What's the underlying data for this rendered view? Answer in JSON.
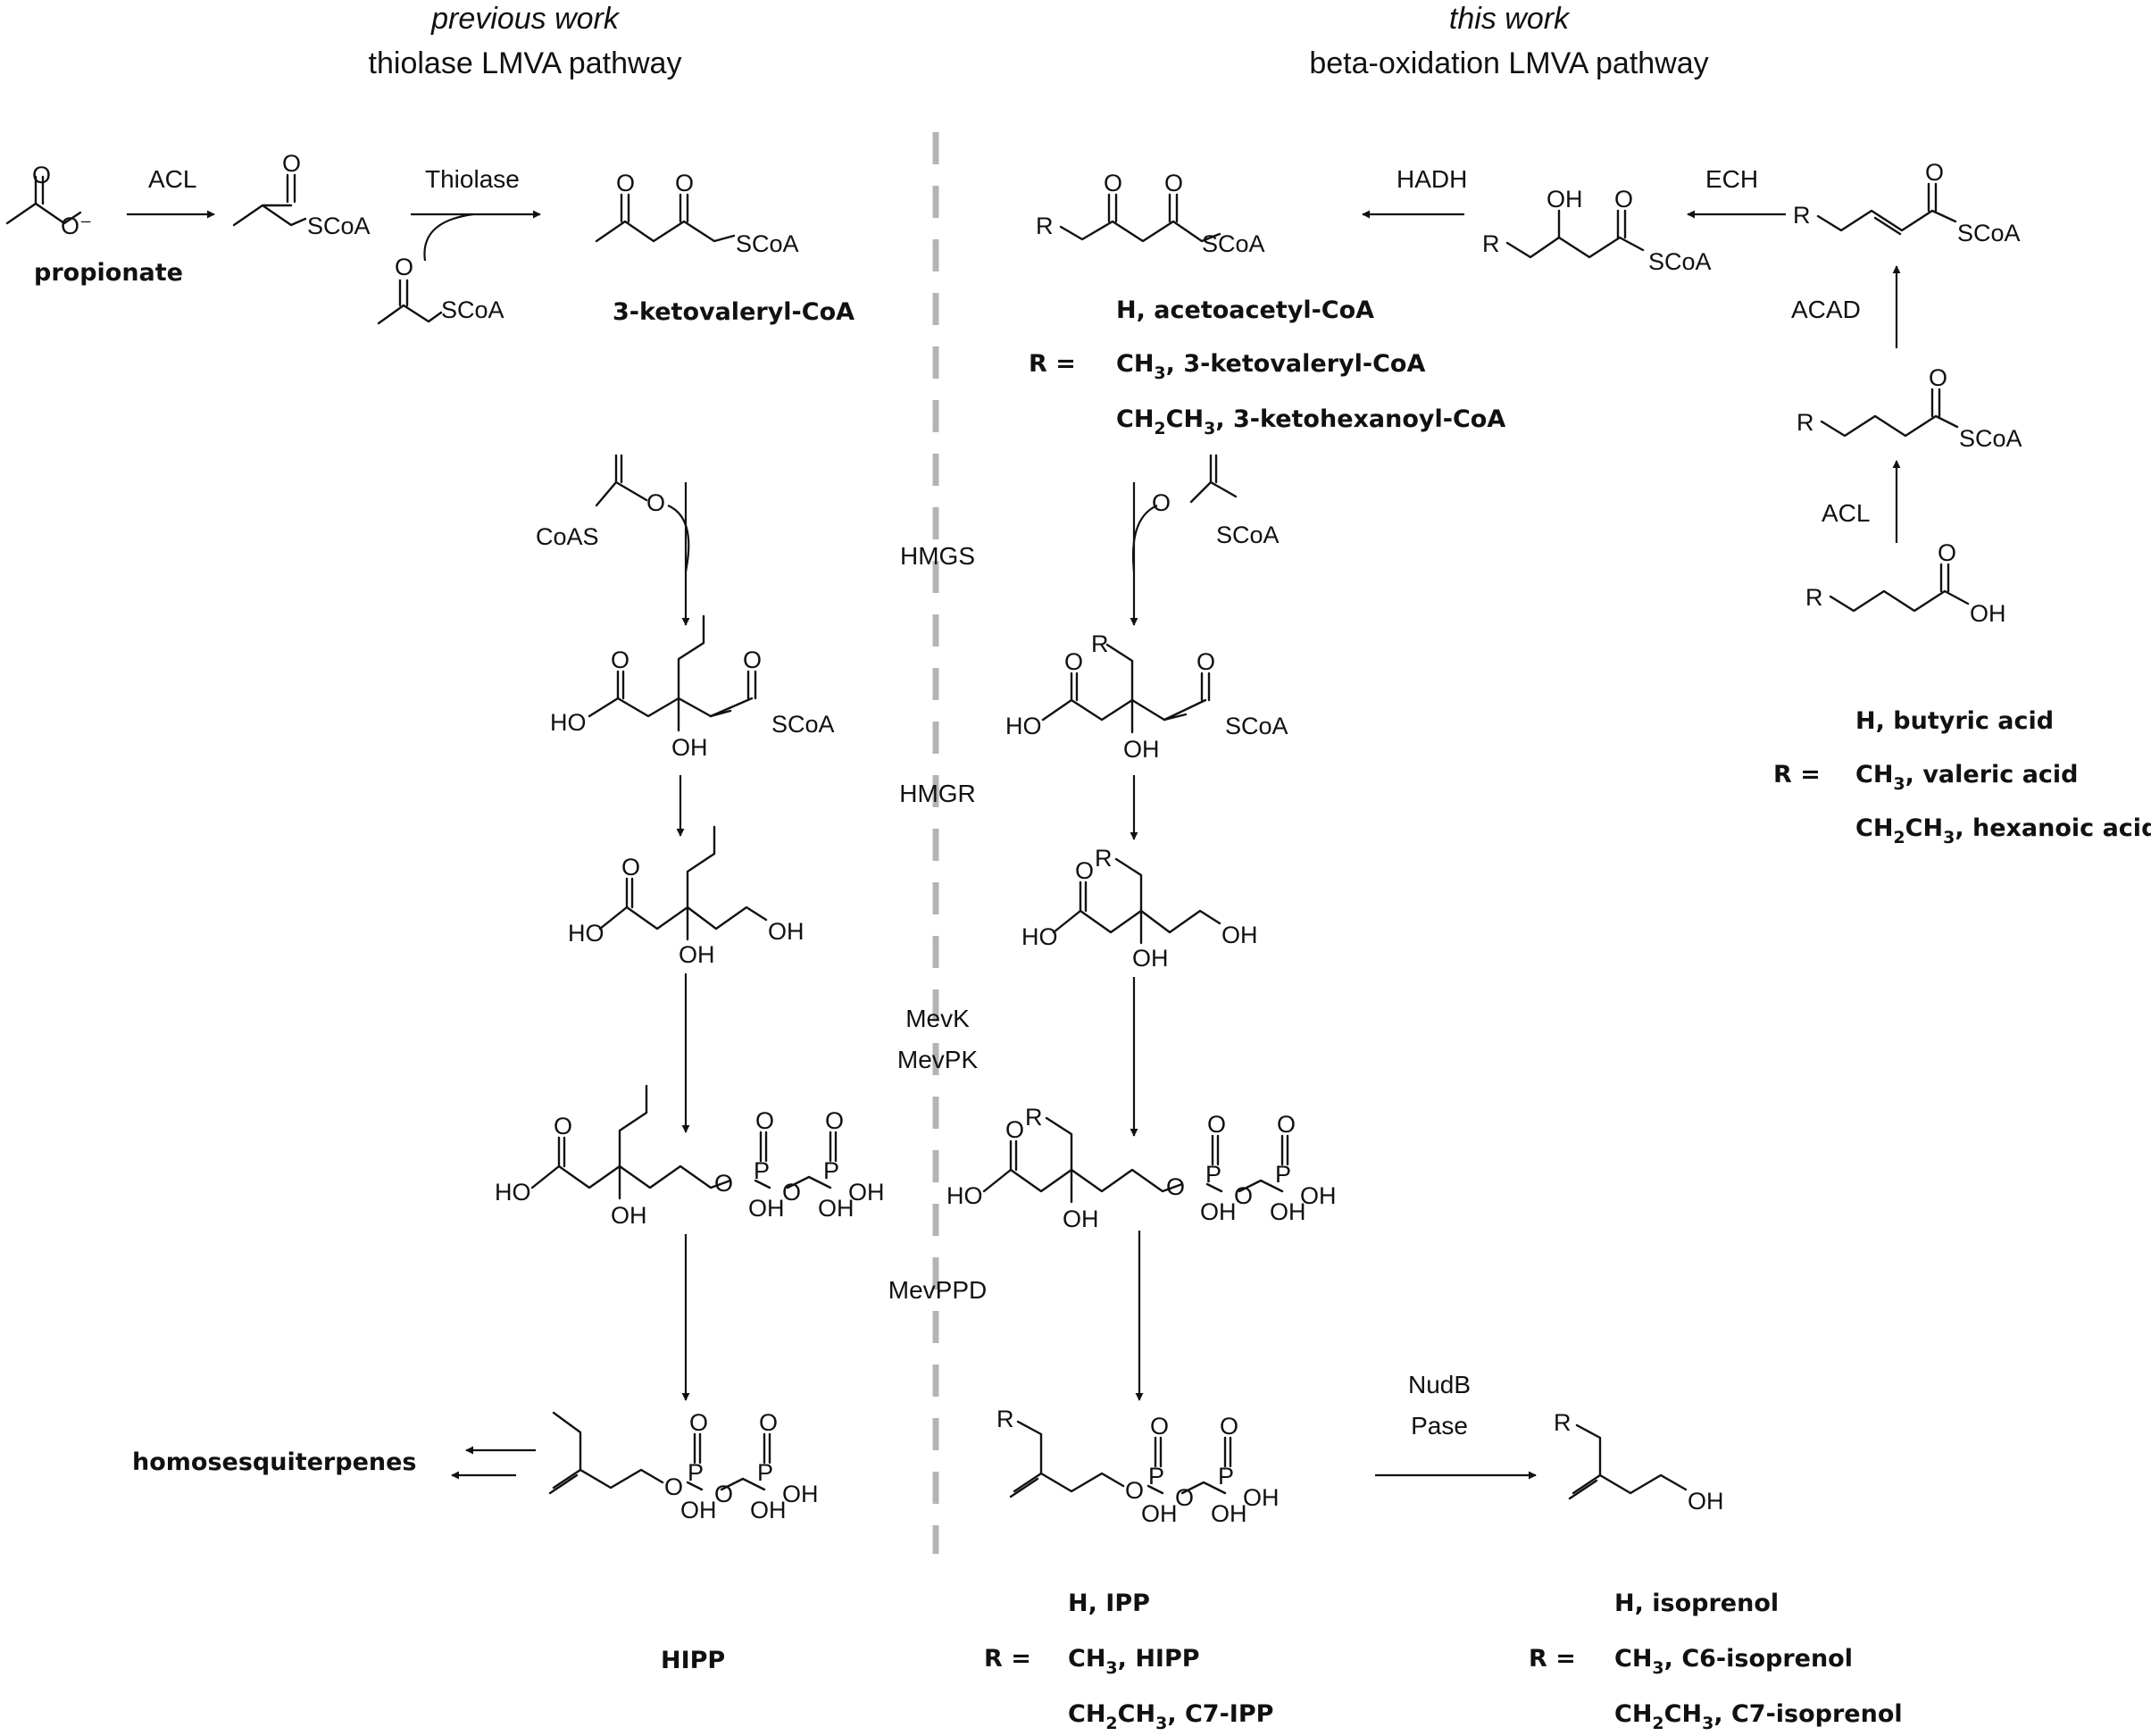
{
  "headers": {
    "left_tag": "previous work",
    "left_title": "thiolase LMVA pathway",
    "right_tag": "this work",
    "right_title": "beta-oxidation LMVA pathway"
  },
  "enzymes": {
    "acl_left": "ACL",
    "thiolase": "Thiolase",
    "hadh": "HADH",
    "ech": "ECH",
    "acad": "ACAD",
    "acl_right": "ACL",
    "hmgs": "HMGS",
    "hmgr": "HMGR",
    "mevk": "MevK",
    "mevpk": "MevPK",
    "mevppd": "MevPPD",
    "nudb": "NudB",
    "pase": "Pase"
  },
  "compounds": {
    "propionate": "propionate",
    "ketovaleryl": "3-ketovaleryl-CoA",
    "homosesquiterpenes": "homosesquiterpenes",
    "hipp": "HIPP"
  },
  "r_groups": {
    "r_eq": "R =",
    "h": "H",
    "ch3": "CH",
    "ch2ch3_a": "CH",
    "ch2ch3_b": "CH",
    "sub2": "2",
    "sub3": "3",
    "thioesters": [
      "acetoacetyl-CoA",
      "3-ketovaleryl-CoA",
      "3-ketohexanoyl-CoA"
    ],
    "acids": [
      "butyric acid",
      "valeric acid",
      "hexanoic acid"
    ],
    "ipps": [
      "IPP",
      "HIPP",
      "C7-IPP"
    ],
    "isoprenols": [
      "isoprenol",
      "C6-isoprenol",
      "C7-isoprenol"
    ]
  },
  "atoms": {
    "o": "O",
    "o_minus": "O⁻",
    "scoa": "SCoA",
    "coas": "CoAS",
    "oh": "OH",
    "ho": "HO",
    "p": "P",
    "r": "R",
    "minus": "−"
  }
}
